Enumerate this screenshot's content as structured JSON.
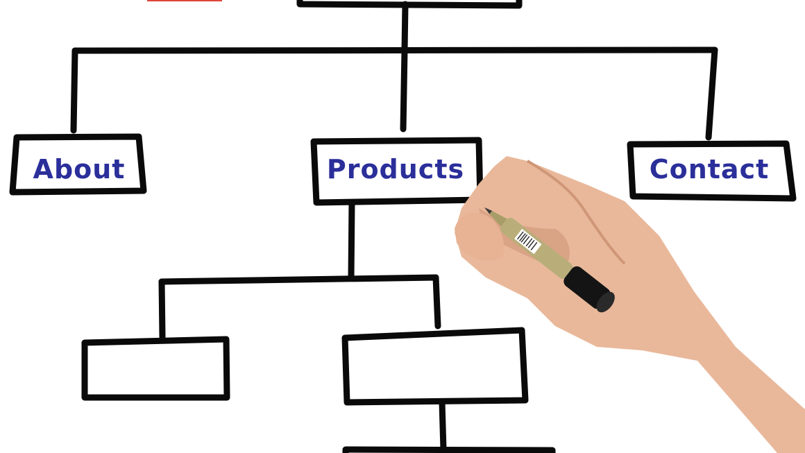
{
  "diagram": {
    "nodes": [
      {
        "id": "about",
        "label": "About"
      },
      {
        "id": "products",
        "label": "Products"
      },
      {
        "id": "contact",
        "label": "Contact"
      }
    ],
    "colors": {
      "ink": "#0a0a0a",
      "label": "#2b2f9a",
      "accent": "#e0443a",
      "skin": "#e9b89a",
      "marker_body": "#b9ae7a"
    }
  }
}
